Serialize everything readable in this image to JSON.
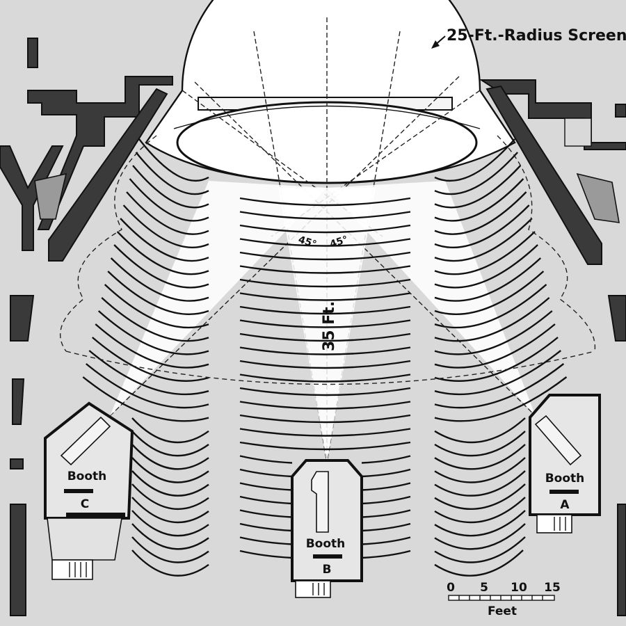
{
  "labels": {
    "screen_callout": "25-Ft.-Radius Screen",
    "distance": "35 Ft.",
    "angle_left": "45°",
    "angle_right": "45°",
    "booth_a": "Booth",
    "booth_a_id": "A",
    "booth_b": "Booth",
    "booth_b_id": "B",
    "booth_c": "Booth",
    "booth_c_id": "C"
  },
  "scale_bar": {
    "ticks": [
      "0",
      "5",
      "10",
      "15"
    ],
    "unit": "Feet"
  },
  "colors": {
    "background": "#d9d9d9",
    "ink": "#111111",
    "wall": "#3a3a3a",
    "screen": "#ffffff"
  }
}
